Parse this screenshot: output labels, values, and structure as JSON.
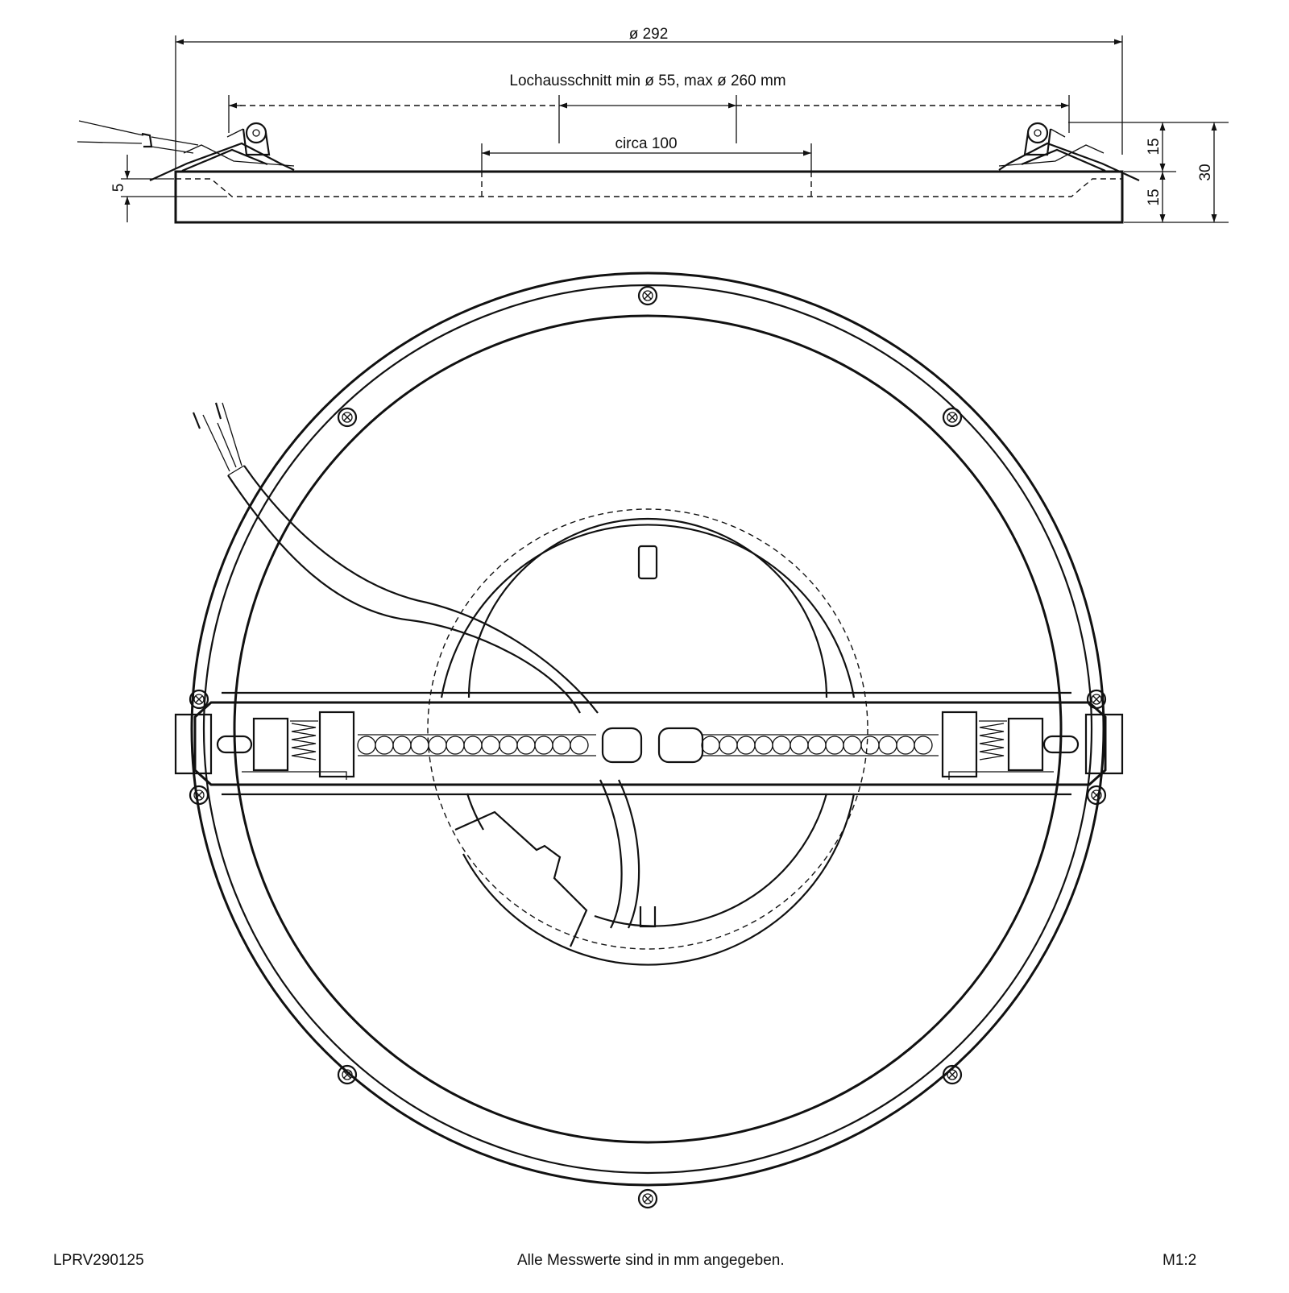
{
  "dimensions": {
    "overall_diameter": "ø 292",
    "cutout": "Lochausschnitt min ø 55, max ø 260 mm",
    "spring_span": "circa 100",
    "clip_height": "15",
    "body_height": "15",
    "total_height": "30",
    "flange": "5"
  },
  "footer": {
    "article": "LPRV290125",
    "note": "Alle Messwerte sind in mm angegeben.",
    "scale": "M1:2"
  }
}
